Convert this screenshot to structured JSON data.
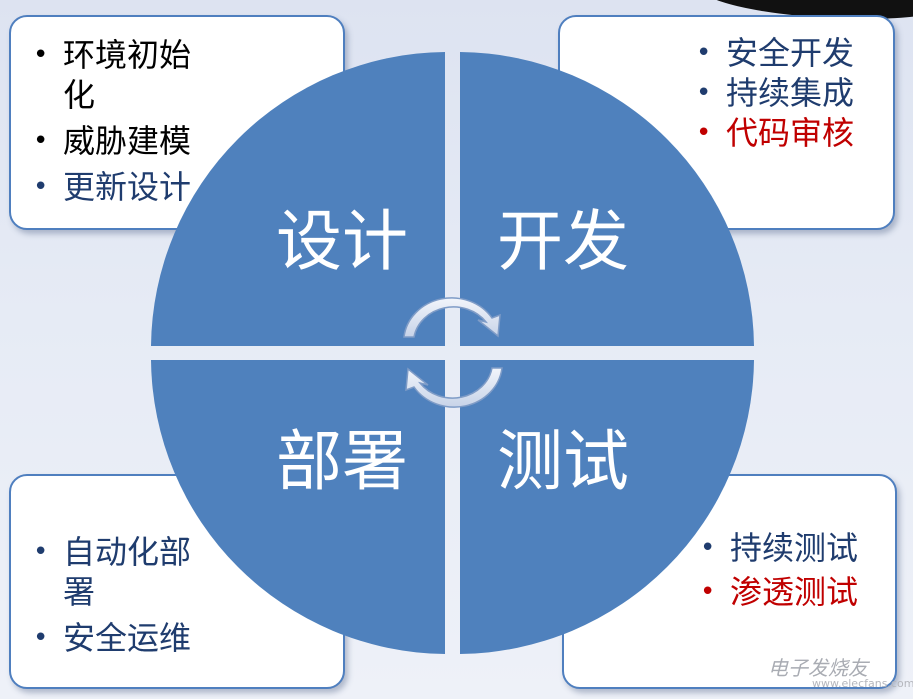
{
  "quadrants": {
    "design": "设计",
    "develop": "开发",
    "test": "测试",
    "deploy": "部署"
  },
  "panels": {
    "design": [
      {
        "text": "环境初始化",
        "color": "#000000"
      },
      {
        "text": "威胁建模",
        "color": "#000000"
      },
      {
        "text": "更新设计",
        "color": "#1f3c6e"
      }
    ],
    "develop": [
      {
        "text": "安全开发",
        "color": "#1f3c6e"
      },
      {
        "text": "持续集成",
        "color": "#1f3c6e"
      },
      {
        "text": "代码审核",
        "color": "#c00000"
      }
    ],
    "deploy": [
      {
        "text": "自动化部署",
        "color": "#1f3c6e"
      },
      {
        "text": "安全运维",
        "color": "#1f3c6e"
      }
    ],
    "test": [
      {
        "text": "持续测试",
        "color": "#1f3c6e"
      },
      {
        "text": "渗透测试",
        "color": "#c00000"
      }
    ]
  },
  "colors": {
    "quadrant_fill": "#4f81bd",
    "panel_border": "#4f7fbf",
    "arrow_fill": "#dfe6f2"
  },
  "icons": {
    "cycle_top": "circular-arrow-clockwise",
    "cycle_bottom": "circular-arrow-counterclockwise"
  },
  "watermark": {
    "brand": "电子发烧友",
    "url": "www.elecfans.com"
  }
}
